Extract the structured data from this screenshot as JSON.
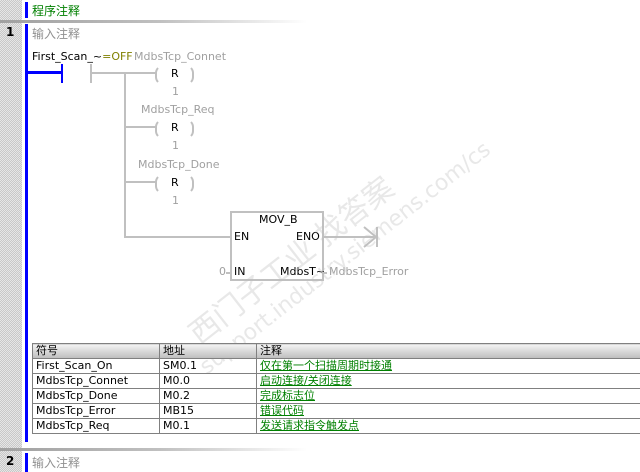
{
  "program_comment": "程序注释",
  "networks": [
    {
      "number": "1",
      "comment": "输入注释",
      "contact": {
        "operand": "First_Scan_~",
        "state_suffix": "=OFF"
      },
      "coils": [
        {
          "operand": "MdbsTcp_Connet",
          "type": "R",
          "count": "1"
        },
        {
          "operand": "MdbsTcp_Req",
          "type": "R",
          "count": "1"
        },
        {
          "operand": "MdbsTcp_Done",
          "type": "R",
          "count": "1"
        }
      ],
      "box": {
        "title": "MOV_B",
        "en": "EN",
        "eno": "ENO",
        "in_label": "IN",
        "in_value": "0",
        "out_label": "MdbsT~",
        "out_value": "MdbsTcp_Error"
      },
      "symbol_table": {
        "headers": [
          "符号",
          "地址",
          "注释"
        ],
        "rows": [
          [
            "First_Scan_On",
            "SM0.1",
            "仅在第一个扫描周期时接通"
          ],
          [
            "MdbsTcp_Connet",
            "M0.0",
            "启动连接/关闭连接"
          ],
          [
            "MdbsTcp_Done",
            "M0.2",
            "完成标志位"
          ],
          [
            "MdbsTcp_Error",
            "MB15",
            "错误代码"
          ],
          [
            "MdbsTcp_Req",
            "M0.1",
            "发送请求指令触发点"
          ]
        ]
      }
    },
    {
      "number": "2",
      "comment": "输入注释"
    }
  ],
  "watermark": {
    "line1": "西门子工业 找答案",
    "line2": "support.industry.siemens.com/cs"
  },
  "colors": {
    "rail": "#0000ff",
    "comment_green": "#008000",
    "inactive_gray": "#c0c0c0",
    "state_olive": "#808000"
  }
}
